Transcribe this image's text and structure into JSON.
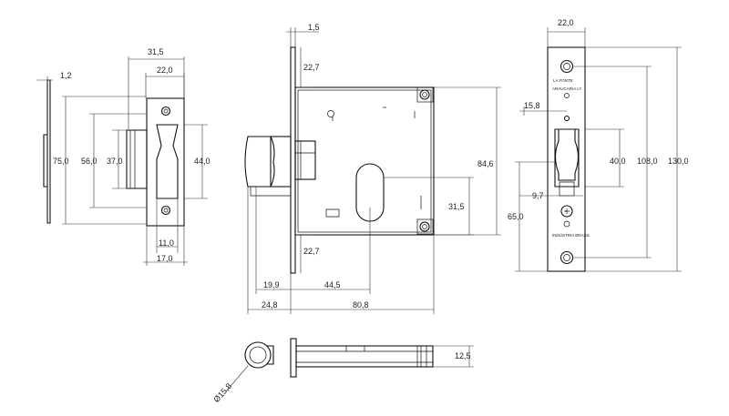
{
  "dimensions": {
    "front_total_width": "31,5",
    "front_plate_width": "22,0",
    "front_offset": "1,2",
    "front_height": "75,0",
    "front_inner_height": "56,0",
    "front_opening_height": "37,0",
    "front_keeper_height": "44,0",
    "front_bottom_inner": "11,0",
    "front_bottom_total": "17,0",
    "side_plate_thickness": "1,5",
    "side_top_offset": "22,7",
    "side_height": "84,6",
    "side_latch_to_key": "31,5",
    "side_bottom_offset": "22,7",
    "side_latch_depth": "19,9",
    "side_backset": "44,5",
    "side_latch_projection": "24,8",
    "side_case_width": "80,8",
    "face_width": "22,0",
    "face_top_hole": "15,8",
    "face_latch_height": "40,0",
    "face_hole_spacing": "108,0",
    "face_total_height": "130,0",
    "face_small_offset": "9,7",
    "face_lower_offset": "65,0",
    "top_diameter": "Ø15,8",
    "top_thickness": "12,5"
  },
  "face_plate_text": {
    "brand": "LA FONTE",
    "model": "ARAUCARIA LY",
    "origin": "INDÚSTRIA BRASIL"
  }
}
